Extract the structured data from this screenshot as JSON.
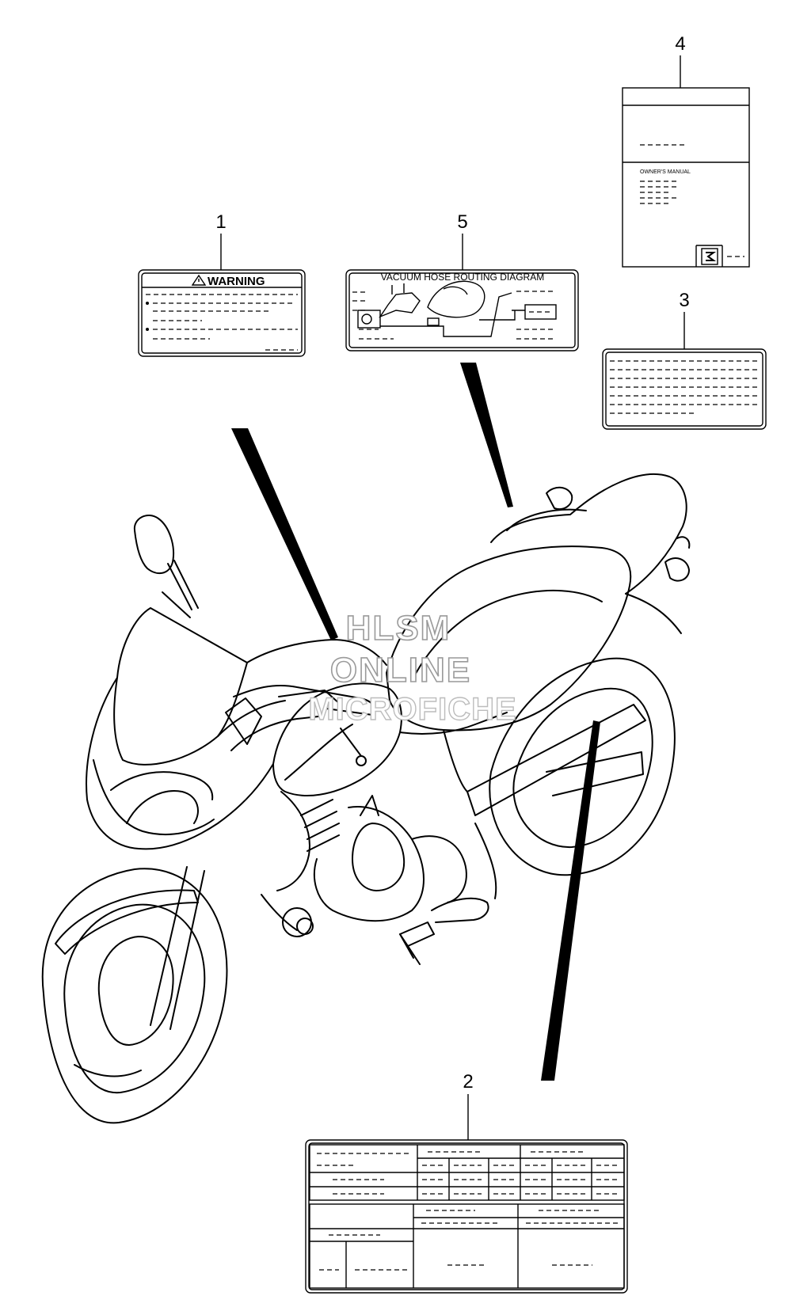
{
  "callouts": [
    {
      "id": "1",
      "text": "1"
    },
    {
      "id": "2",
      "text": "2"
    },
    {
      "id": "3",
      "text": "3"
    },
    {
      "id": "4",
      "text": "4"
    },
    {
      "id": "5",
      "text": "5"
    }
  ],
  "labels": {
    "warning": {
      "title": "WARNING"
    },
    "vacuum": {
      "title": "VACUUM HOSE ROUTING DIAGRAM"
    },
    "manual": {
      "subtitle": "OWNER'S MANUAL"
    }
  },
  "watermark": {
    "line1": "HLSM",
    "line2": "ONLINE",
    "line3": "MICROFICHE"
  },
  "colors": {
    "line": "#000000",
    "background": "#ffffff",
    "watermark_stroke": "#9a9a9a"
  },
  "icons": [
    "warning-triangle-icon",
    "suzuki-logo-icon"
  ]
}
